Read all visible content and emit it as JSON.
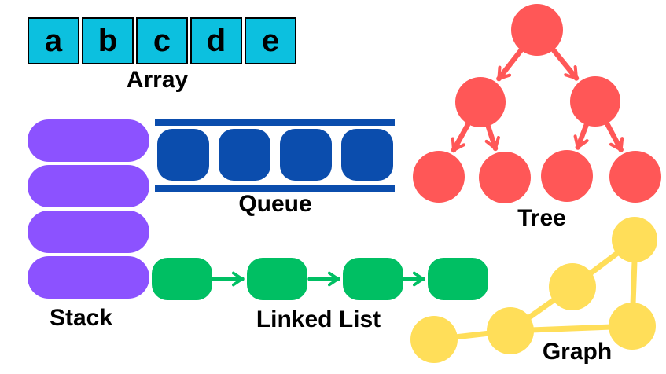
{
  "colors": {
    "array": "#0cc0df",
    "stack": "#8c52ff",
    "queue": "#0b4dad",
    "tree": "#ff5757",
    "linked_list": "#00bf63",
    "graph": "#ffde59",
    "text": "#000000",
    "background": "#ffffff"
  },
  "array": {
    "label": "Array",
    "cells": [
      "a",
      "b",
      "c",
      "d",
      "e"
    ]
  },
  "stack": {
    "label": "Stack",
    "item_count": 4
  },
  "queue": {
    "label": "Queue",
    "item_count": 4
  },
  "tree": {
    "label": "Tree",
    "node_count": 7,
    "edge_count": 6,
    "levels": [
      1,
      2,
      4
    ]
  },
  "linked_list": {
    "label": "Linked List",
    "node_count": 4
  },
  "graph": {
    "label": "Graph",
    "node_count": 5,
    "edge_count": 5
  }
}
